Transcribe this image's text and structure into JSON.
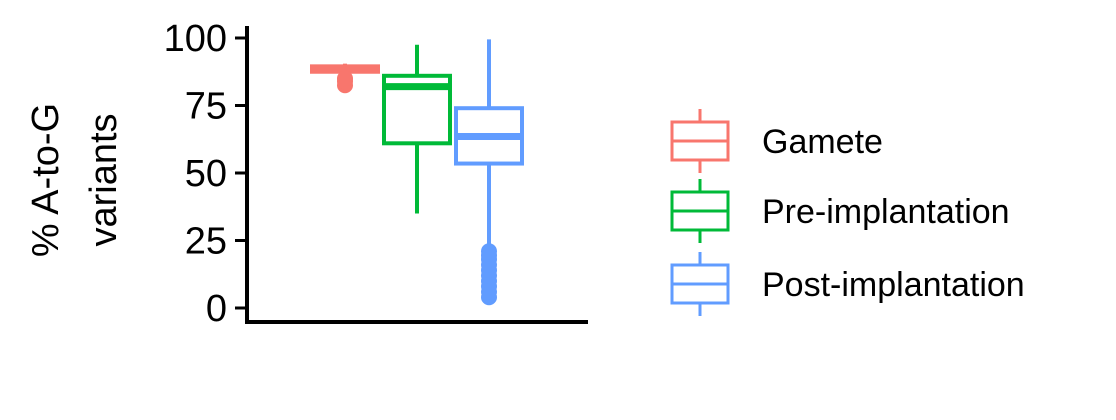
{
  "chart_data": {
    "type": "box",
    "ylabel": [
      "% A-to-G",
      "variants"
    ],
    "ylim": [
      0,
      100
    ],
    "yticks": [
      0,
      25,
      50,
      75,
      100
    ],
    "xlabel": "",
    "grid": false,
    "legend_placement": "right",
    "series": [
      {
        "name": "Gamete",
        "color": "#F8766D",
        "min": 87.5,
        "q1": 87.5,
        "median": 88.5,
        "q3": 89.5,
        "max": 90.5,
        "outliers": [
          82.5,
          84,
          85
        ]
      },
      {
        "name": "Pre-implantation",
        "color": "#00BA38",
        "min": 35,
        "q1": 61,
        "median": 82,
        "q3": 86,
        "max": 97.5,
        "outliers": []
      },
      {
        "name": "Post-implantation",
        "color": "#619CFF",
        "min": 22.5,
        "q1": 53.5,
        "median": 63.5,
        "q3": 74,
        "max": 99.5,
        "outliers": [
          4,
          6,
          8,
          10,
          12,
          14,
          16,
          18,
          19.5,
          21
        ]
      }
    ]
  }
}
